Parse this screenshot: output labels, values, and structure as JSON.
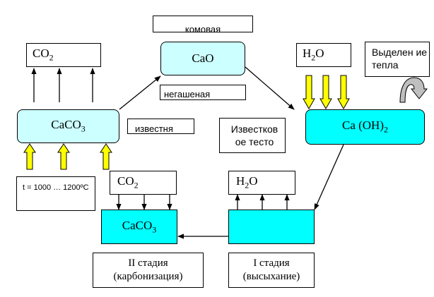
{
  "labels": {
    "komovaya": "комовая",
    "negashenaya": "негашеная",
    "izvestnyaka": "известня",
    "izvestkovoe_testo": "Известков ое тесто",
    "heat": "Выделен ие тепла",
    "temperature": "t = 1000 … 1200ºC",
    "stage2": "II стадия (карбонизация)",
    "stage1": "I стадия (высыхание)"
  },
  "formulas": {
    "co2_top": {
      "main": "CO",
      "sub": "2"
    },
    "co2_mid": {
      "main": "CO",
      "sub": "2"
    },
    "h2o_top": {
      "main": "H",
      "sub": "2",
      "tail": "O"
    },
    "h2o_mid": {
      "main": "H",
      "sub": "2",
      "tail": "O"
    },
    "cao": "CaO",
    "caco3_left": {
      "main": "CaCO",
      "sub": "3"
    },
    "caco3_bottom": {
      "main": "CaCO",
      "sub": "3"
    },
    "caoh2": {
      "main": "Ca (OH)",
      "sub": "2"
    }
  },
  "colors": {
    "light_cyan": "#ccffff",
    "cyan": "#00ffff",
    "yellow_arrow": "#ffff00"
  }
}
